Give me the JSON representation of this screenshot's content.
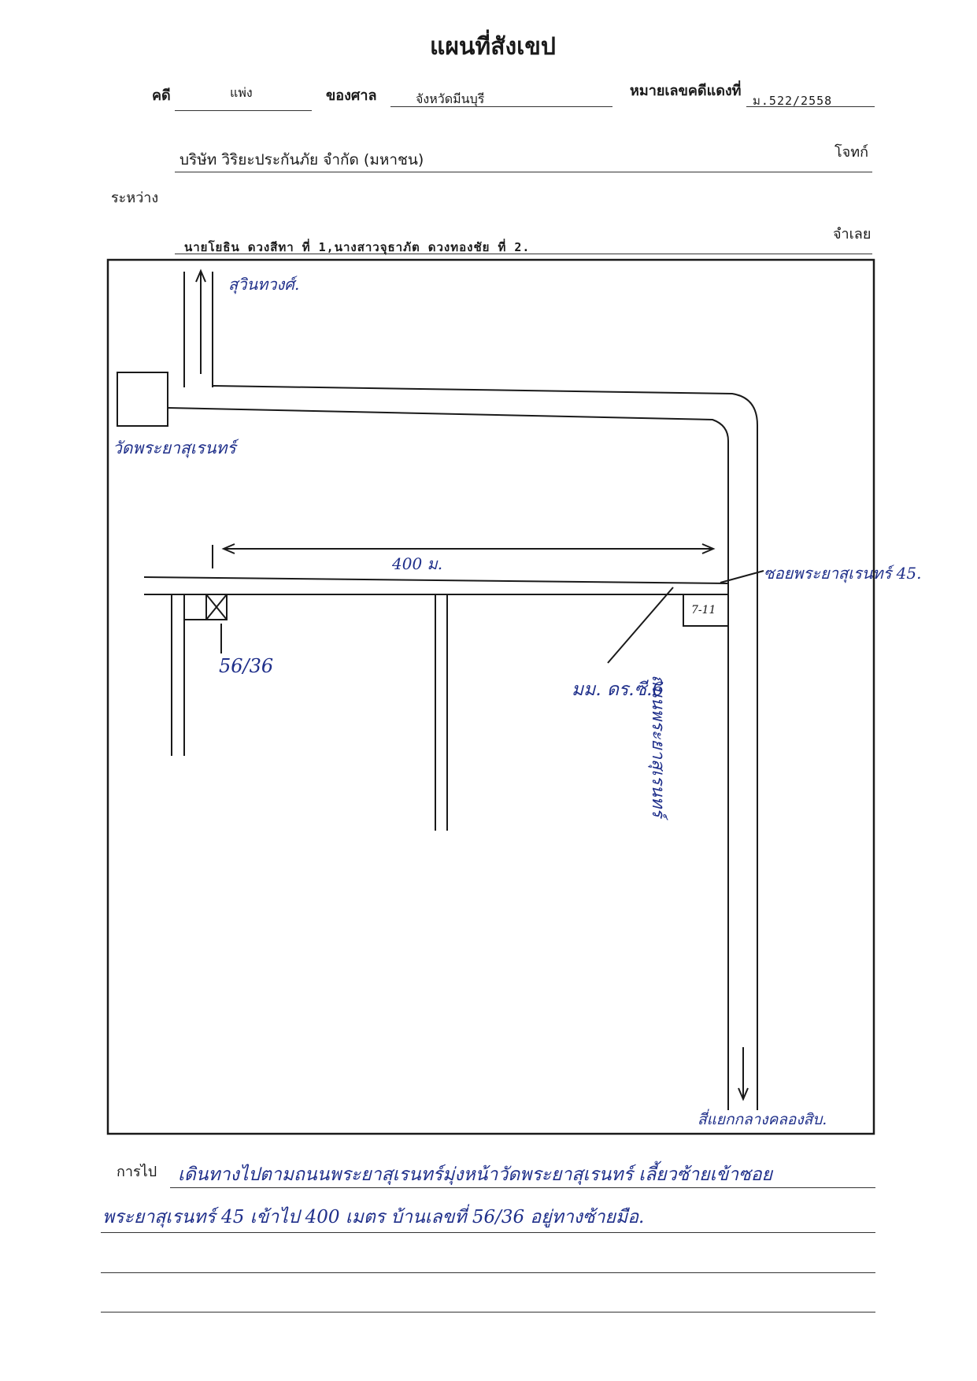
{
  "header": {
    "title": "แผนที่สังเขป",
    "case_label": "คดี",
    "case_type": "แพ่ง",
    "court_label": "ของศาล",
    "court_name": "จังหวัดมีนบุรี",
    "red_case_label": "หมายเลขคดีแดงที่",
    "red_case_number": "ม.522/2558"
  },
  "parties": {
    "plaintiff_name": "บริษัท วิริยะประกันภัย จำกัด (มหาชน)",
    "plaintiff_label": "โจทก์",
    "between_label": "ระหว่าง",
    "defendant_label": "จำเลย",
    "defendant_names": "นายโยธิน ดวงสีทา ที่ 1,นางสาวจุธาภัต ดวงทองชัย ที่ 2."
  },
  "map": {
    "label_north": "สุวินทวงศ์.",
    "label_temple": "วัดพระยาสุเรนทร์",
    "label_distance": "400 ม.",
    "label_soi": "ซอยพระยาสุเรนทร์ 45.",
    "label_7eleven": "7-11",
    "label_house_no": "56/36",
    "label_village": "มม. ดร.ซี.6",
    "label_road": "ถนนพระยาสุเรนทร์",
    "label_south": "สี่แยกกลางคลองสิบ."
  },
  "directions": {
    "label": "การไป",
    "line1": "เดินทางไปตามถนนพระยาสุเรนทร์มุ่งหน้าวัดพระยาสุเรนทร์ เลี้ยวซ้ายเข้าซอย",
    "line2": "พระยาสุเรนทร์ 45   เข้าไป 400 เมตร บ้านเลขที่ 56/36 อยู่ทางซ้ายมือ."
  },
  "colors": {
    "ink": "#1a1a1a",
    "handwriting": "#1f2f8a"
  }
}
